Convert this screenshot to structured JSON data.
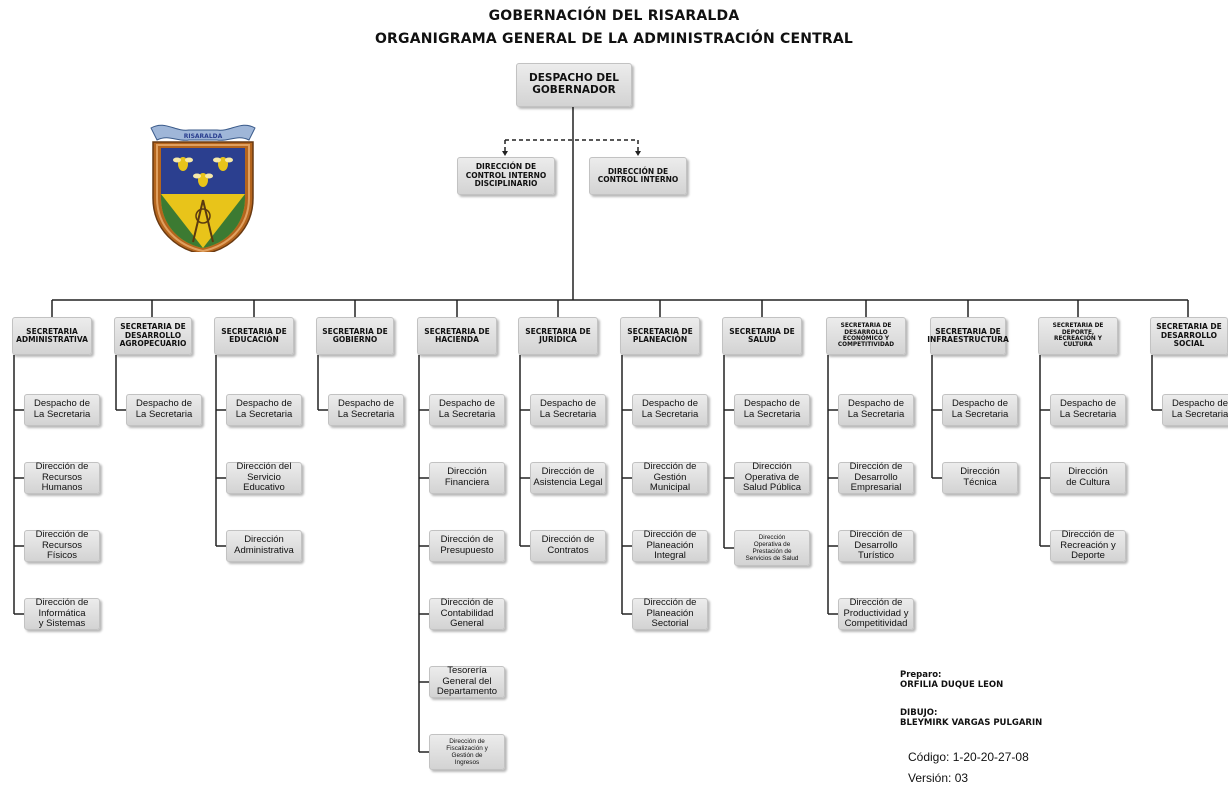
{
  "header": {
    "line1": "GOBERNACIÓN DEL RISARALDA",
    "line2": "ORGANIGRAMA GENERAL DE LA ADMINISTRACIÓN CENTRAL"
  },
  "root": "DESPACHO DEL\nGOBERNADOR",
  "advisory": [
    "DIRECCIÓN DE\nCONTROL INTERNO\nDISCIPLINARIO",
    "DIRECCIÓN DE\nCONTROL INTERNO"
  ],
  "secretarias": [
    {
      "name": "SECRETARIA\nADMINISTRATIVA",
      "items": [
        "Despacho de\nLa Secretaria",
        "Dirección de\nRecursos\nHumanos",
        "Dirección de\nRecursos\nFísicos",
        "Dirección de\nInformática\ny Sistemas"
      ]
    },
    {
      "name": "SECRETARIA DE\nDESARROLLO\nAGROPECUARIO",
      "items": [
        "Despacho de\nLa Secretaria"
      ]
    },
    {
      "name": "SECRETARIA DE\nEDUCACIÓN",
      "items": [
        "Despacho de\nLa Secretaria",
        "Dirección del\nServicio\nEducativo",
        "Dirección\nAdministrativa"
      ]
    },
    {
      "name": "SECRETARIA DE\nGOBIERNO",
      "items": [
        "Despacho de\nLa Secretaria"
      ]
    },
    {
      "name": "SECRETARIA DE\nHACIENDA",
      "items": [
        "Despacho de\nLa Secretaria",
        "Dirección\nFinanciera",
        "Dirección de\nPresupuesto",
        "Dirección de\nContabilidad\nGeneral",
        "Tesorería\nGeneral del\nDepartamento",
        "Dirección de\nFiscalización y\nGestión de\nIngresos"
      ]
    },
    {
      "name": "SECRETARIA DE\nJURÍDICA",
      "items": [
        "Despacho de\nLa Secretaria",
        "Dirección de\nAsistencia Legal",
        "Dirección de\nContratos"
      ]
    },
    {
      "name": "SECRETARIA DE\nPLANEACIÓN",
      "items": [
        "Despacho de\nLa Secretaria",
        "Dirección de\nGestión\nMunicipal",
        "Dirección de\nPlaneación\nIntegral",
        "Dirección de\nPlaneación\nSectorial"
      ]
    },
    {
      "name": "SECRETARIA DE\nSALUD",
      "items": [
        "Despacho de\nLa Secretaria",
        "Dirección\nOperativa de\nSalud Pública",
        "Dirección\nOperativa de\nPrestación de\nServicios de Salud"
      ]
    },
    {
      "name": "SECRETARIA DE\nDESARROLLO\nECONÓMICO Y\nCOMPETITIVIDAD",
      "items": [
        "Despacho de\nLa Secretaria",
        "Dirección de\nDesarrollo\nEmpresarial",
        "Dirección de\nDesarrollo\nTurístico",
        "Dirección de\nProductividad y\nCompetitividad"
      ]
    },
    {
      "name": "SECRETARIA DE\nINFRAESTRUCTURA",
      "items": [
        "Despacho de\nLa Secretaria",
        "Dirección\nTécnica"
      ]
    },
    {
      "name": "SECRETARIA DE\nDEPORTE,\nRECREACIÓN Y\nCULTURA",
      "items": [
        "Despacho de\nLa Secretaria",
        "Dirección\nde Cultura",
        "Dirección de\nRecreación y\nDeporte"
      ]
    },
    {
      "name": "SECRETARIA DE\nDESARROLLO\nSOCIAL",
      "items": [
        "Despacho de\nLa Secretaria"
      ]
    }
  ],
  "credits": {
    "prepared_label": "Preparo:",
    "prepared_name": "ORFILIA DUQUE  LEON",
    "drawn_label": "DIBUJO:",
    "drawn_name": "BLEYMIRK VARGAS PULGARIN",
    "code": "Código: 1-20-20-27-08",
    "version": "Versión: 03"
  },
  "colors": {
    "shield_border": "#b5651d",
    "shield_top": "#2b3f8f",
    "shield_bottom": "#e8c41a",
    "shield_green": "#3c7a32",
    "ribbon": "#9fb6d8"
  },
  "emblem": {
    "icon": "coat-of-arms",
    "ribbon_text": "RISARALDA"
  }
}
